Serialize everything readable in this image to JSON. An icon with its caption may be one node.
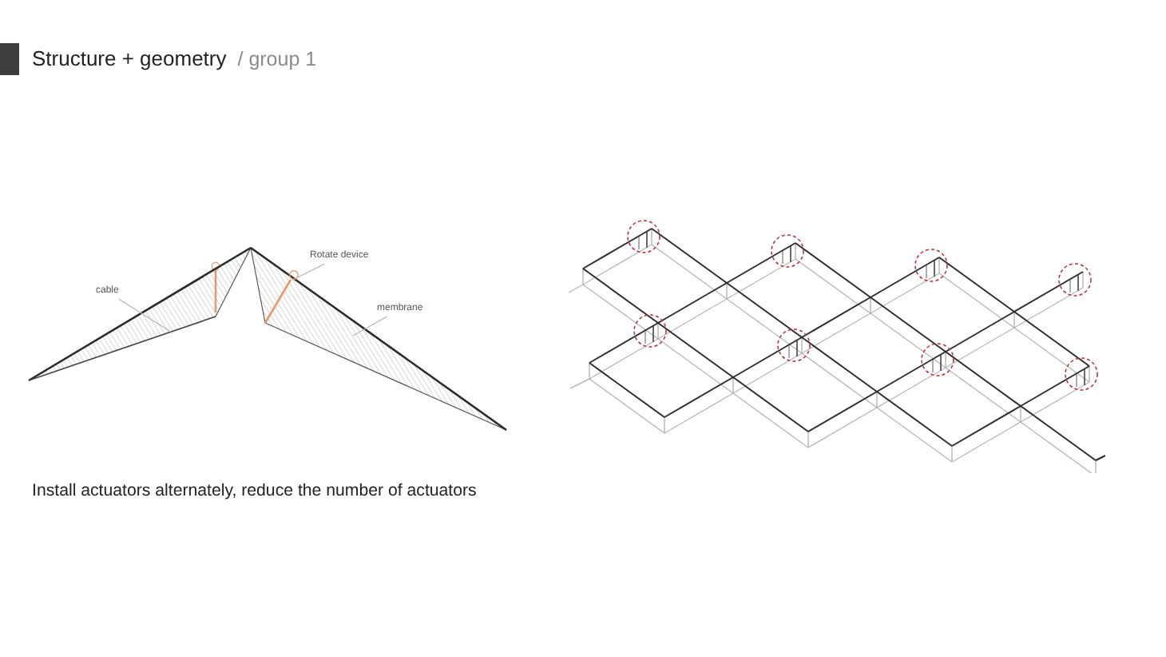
{
  "diagram": {
    "title": "Structure + geometry",
    "caption": "Install actuators alternately, reduce the number of actuators",
    "nodes": [
      {
        "text": [],
        "shape": "picture"
      },
      {
        "text": [
          "cable"
        ]
      },
      {
        "text": [],
        "shape": "line"
      },
      {
        "text": [
          "Rotate device"
        ]
      },
      {
        "text": [],
        "shape": "bar",
        "in": 0
      },
      {
        "text": [
          "membrane"
        ]
      }
    ],
    "edges": [
      {
        "from": 1,
        "to": 2,
        "arrow": "none"
      },
      {
        "from": 3,
        "to": 4,
        "arrow": "none"
      },
      {
        "from": 5,
        "to": 0,
        "arrow": "none"
      }
    ],
    "labels": [
      "/ group 1"
    ]
  }
}
